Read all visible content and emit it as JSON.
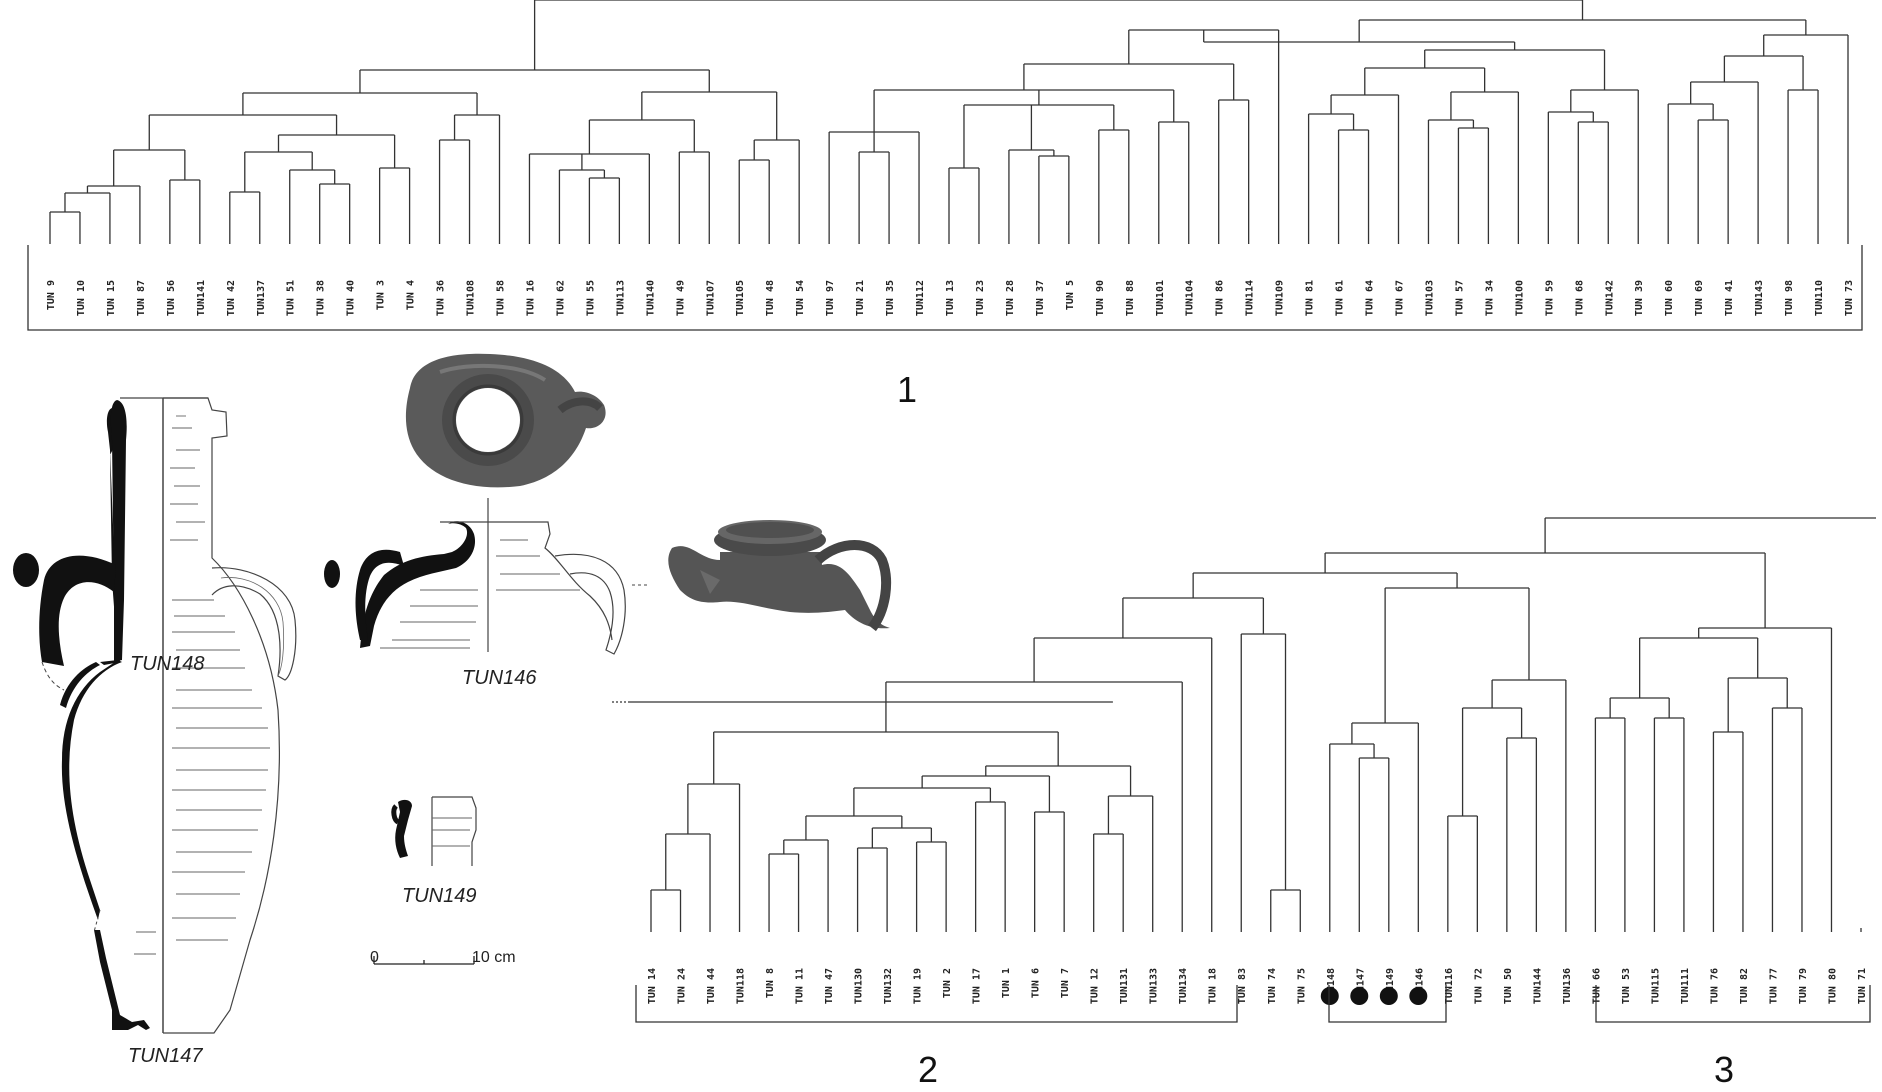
{
  "panel_labels": [
    "1",
    "2",
    "3"
  ],
  "dendrogram_1": {
    "leaves": [
      "TUN 9",
      "TUN 10",
      "TUN 15",
      "TUN 87",
      "TUN 56",
      "TUN141",
      "TUN 42",
      "TUN137",
      "TUN 51",
      "TUN 38",
      "TUN 40",
      "TUN 3",
      "TUN 4",
      "TUN 36",
      "TUN108",
      "TUN 58",
      "TUN 16",
      "TUN 62",
      "TUN 55",
      "TUN113",
      "TUN140",
      "TUN 49",
      "TUN107",
      "TUN105",
      "TUN 48",
      "TUN 54",
      "TUN 97",
      "TUN 21",
      "TUN 35",
      "TUN112",
      "TUN 13",
      "TUN 23",
      "TUN 28",
      "TUN 37",
      "TUN 5",
      "TUN 90",
      "TUN 88",
      "TUN101",
      "TUN104",
      "TUN 86",
      "TUN114",
      "TUN109",
      "TUN 81",
      "TUN 61",
      "TUN 64",
      "TUN 67",
      "TUN103",
      "TUN 57",
      "TUN 34",
      "TUN100",
      "TUN 59",
      "TUN 68",
      "TUN142",
      "TUN 39",
      "TUN 60",
      "TUN 69",
      "TUN 41",
      "TUN143",
      "TUN 98",
      "TUN110",
      "TUN 73"
    ]
  },
  "dendrogram_2": {
    "leaves": [
      "TUN 14",
      "TUN 24",
      "TUN 44",
      "TUN118",
      "TUN 8",
      "TUN 11",
      "TUN 47",
      "TUN130",
      "TUN132",
      "TUN 19",
      "TUN 2",
      "TUN 17",
      "TUN 1",
      "TUN 6",
      "TUN 7",
      "TUN 12",
      "TUN131",
      "TUN133",
      "TUN134",
      "TUN 18",
      "TUN 83",
      "TUN 74",
      "TUN 75",
      "TUN148",
      "TUN147",
      "TUN149",
      "TUN146",
      "TUN116",
      "TUN 72",
      "TUN 50",
      "TUN144",
      "TUN136",
      "TUN 66",
      "TUN 53",
      "TUN115",
      "TUN111",
      "TUN 76",
      "TUN 82",
      "TUN 77",
      "TUN 79",
      "TUN 80",
      "TUN 71"
    ],
    "marked_samples": [
      "TUN148",
      "TUN147",
      "TUN149",
      "TUN146"
    ]
  },
  "drawings": {
    "captions": [
      "TUN148",
      "TUN146",
      "TUN149",
      "TUN147"
    ],
    "scale": {
      "zero": "0",
      "label": "10 cm"
    }
  }
}
